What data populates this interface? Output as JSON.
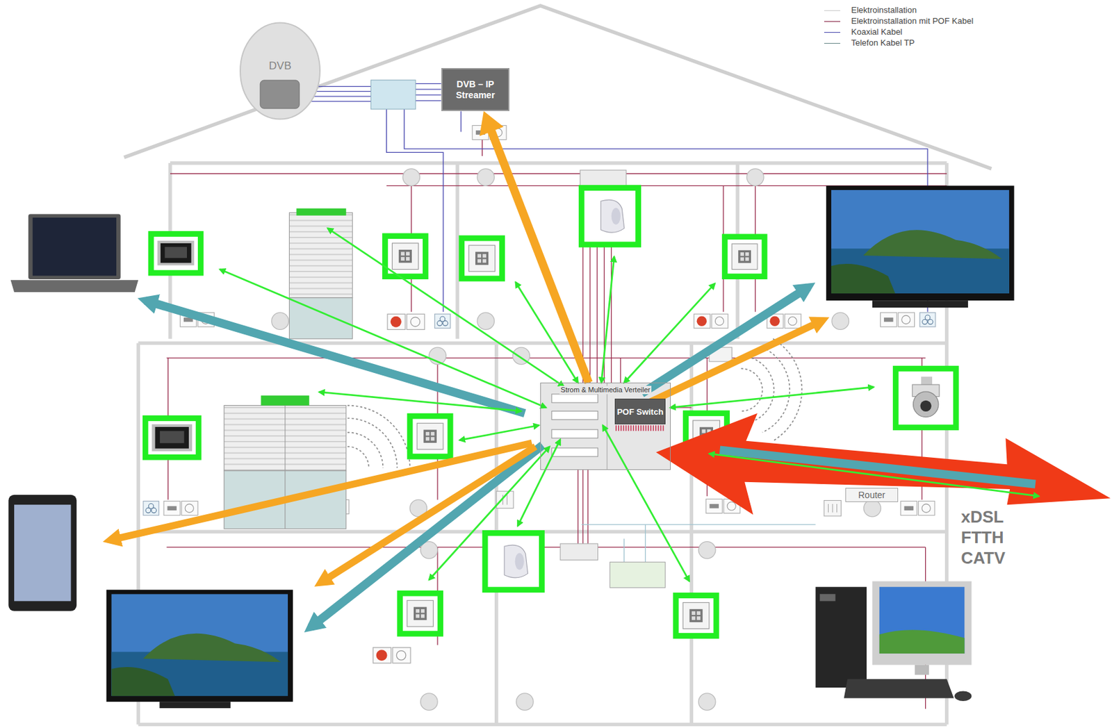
{
  "diagram": {
    "nodes": [
      {
        "text": [
          "DVB"
        ]
      },
      {
        "text": [
          "DVB – IP Streamer"
        ]
      },
      {
        "text": [
          "Strom & Multimedia Verteiler"
        ]
      },
      {
        "text": [
          "POF Switch"
        ],
        "in": 2
      },
      {
        "text": [
          "Router"
        ]
      }
    ],
    "edges": [
      {
        "from": 2,
        "to": 1,
        "arrow": "to"
      }
    ],
    "labels": [
      "xDSL",
      "FTTH",
      "CATV"
    ],
    "legend": [
      {
        "text": "Elektroinstallation"
      },
      {
        "text": "Elektroinstallation mit POF Kabel"
      },
      {
        "text": "Koaxial Kabel"
      },
      {
        "text": "Telefon Kabel TP"
      }
    ]
  }
}
